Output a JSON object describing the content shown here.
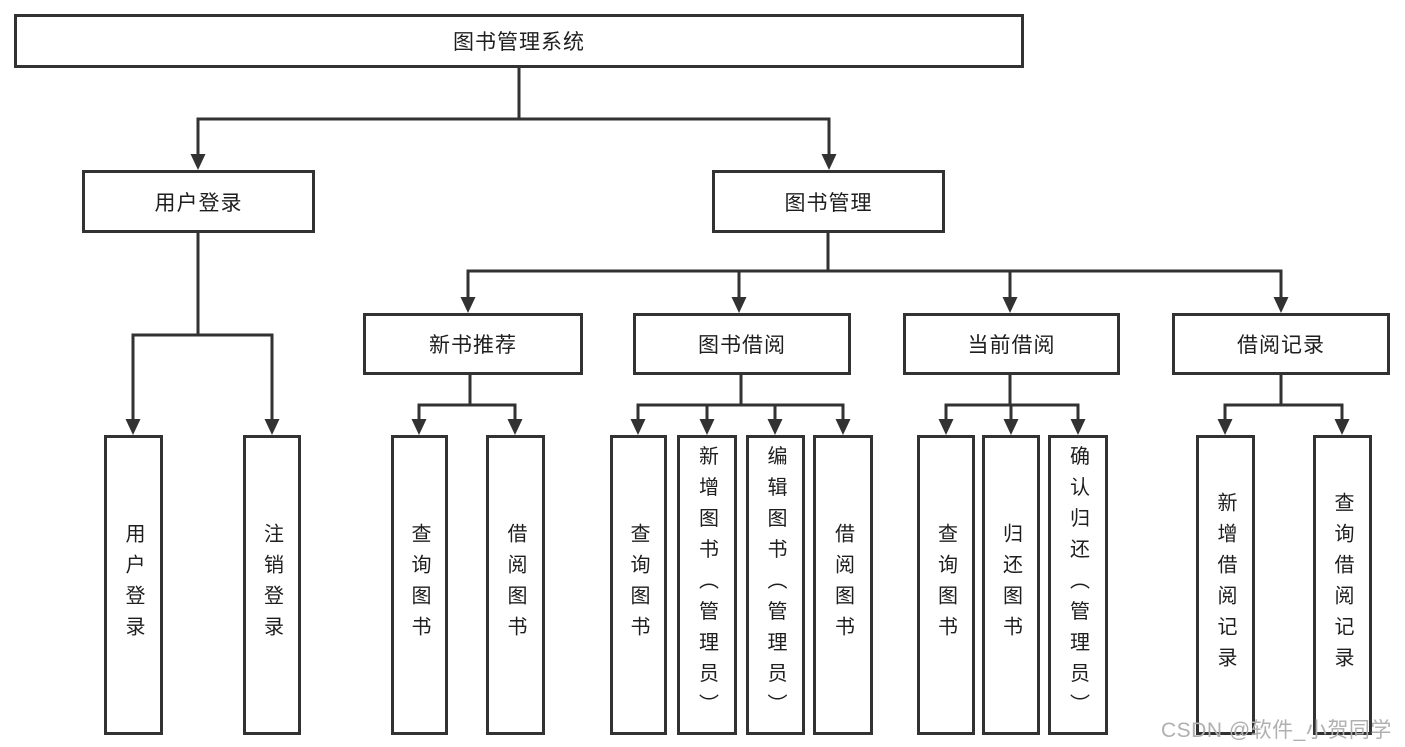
{
  "diagram": {
    "title": "图书管理系统",
    "tree": {
      "label": "图书管理系统",
      "children": [
        {
          "label": "用户登录",
          "children": [
            {
              "label": "用户登录"
            },
            {
              "label": "注销登录"
            }
          ]
        },
        {
          "label": "图书管理",
          "children": [
            {
              "label": "新书推荐",
              "children": [
                {
                  "label": "查询图书"
                },
                {
                  "label": "借阅图书"
                }
              ]
            },
            {
              "label": "图书借阅",
              "children": [
                {
                  "label": "查询图书"
                },
                {
                  "label": "新增图书（管理员）"
                },
                {
                  "label": "编辑图书（管理员）"
                },
                {
                  "label": "借阅图书"
                }
              ]
            },
            {
              "label": "当前借阅",
              "children": [
                {
                  "label": "查询图书"
                },
                {
                  "label": "归还图书"
                },
                {
                  "label": "确认归还（管理员）"
                }
              ]
            },
            {
              "label": "借阅记录",
              "children": [
                {
                  "label": "新增借阅记录"
                },
                {
                  "label": "查询借阅记录"
                }
              ]
            }
          ]
        }
      ]
    },
    "colors": {
      "line": "#323232",
      "box_border": "#323232",
      "box_fill": "#ffffff",
      "text": "#1e1e1e",
      "watermark": "#b0b0b0",
      "background": "#ffffff"
    }
  },
  "watermark": {
    "text": "CSDN @软件_小贺同学"
  }
}
